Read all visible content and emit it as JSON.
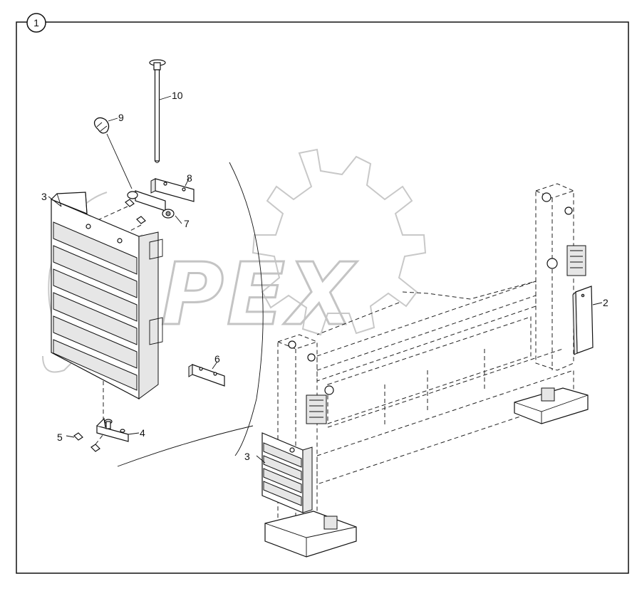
{
  "diagram": {
    "assembly_number": "1",
    "callouts": [
      {
        "id": "c10",
        "label": "10"
      },
      {
        "id": "c9",
        "label": "9"
      },
      {
        "id": "c8",
        "label": "8"
      },
      {
        "id": "c3a",
        "label": "3"
      },
      {
        "id": "c7",
        "label": "7"
      },
      {
        "id": "c6",
        "label": "6"
      },
      {
        "id": "c5",
        "label": "5"
      },
      {
        "id": "c4",
        "label": "4"
      },
      {
        "id": "c2",
        "label": "2"
      },
      {
        "id": "c3b",
        "label": "3"
      }
    ],
    "watermark": "OPEX"
  }
}
